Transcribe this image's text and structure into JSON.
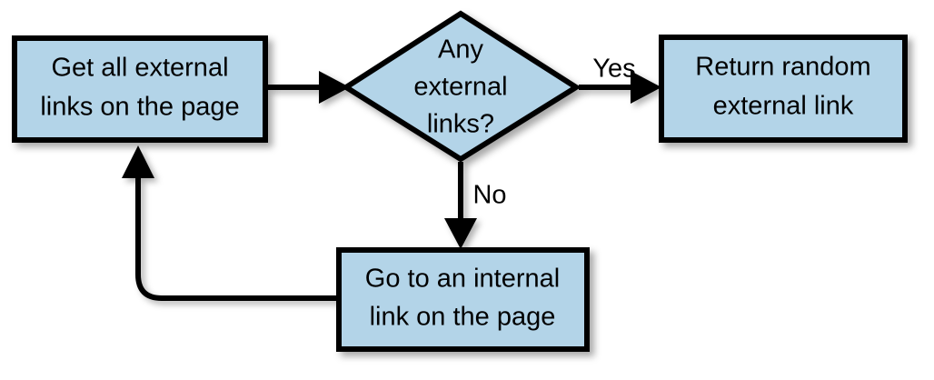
{
  "diagram": {
    "type": "flowchart",
    "title": "Random web crawler link-following flowchart",
    "colors": {
      "node_fill": "#b3d4e8",
      "node_stroke": "#000000",
      "background": "#ffffff",
      "text": "#000000"
    },
    "nodes": [
      {
        "id": "get-external-links",
        "shape": "process",
        "lines": [
          "Get all external",
          "links on the page"
        ],
        "line1": "Get all external",
        "line2": "links on the page"
      },
      {
        "id": "any-external-links",
        "shape": "decision",
        "lines": [
          "Any",
          "external",
          "links?"
        ],
        "line1": "Any",
        "line2": "external",
        "line3": "links?"
      },
      {
        "id": "return-random-external-link",
        "shape": "process",
        "lines": [
          "Return random",
          "external link"
        ],
        "line1": "Return random",
        "line2": "external link"
      },
      {
        "id": "go-to-internal-link",
        "shape": "process",
        "lines": [
          "Go to an internal",
          "link on the page"
        ],
        "line1": "Go to an internal",
        "line2": "link on the page"
      }
    ],
    "edges": [
      {
        "id": "start-to-decision",
        "from": "get-external-links",
        "to": "any-external-links",
        "label": ""
      },
      {
        "id": "decision-yes",
        "from": "any-external-links",
        "to": "return-random-external-link",
        "label": "Yes"
      },
      {
        "id": "decision-no",
        "from": "any-external-links",
        "to": "go-to-internal-link",
        "label": "No"
      },
      {
        "id": "loop-back",
        "from": "go-to-internal-link",
        "to": "get-external-links",
        "label": ""
      }
    ]
  }
}
